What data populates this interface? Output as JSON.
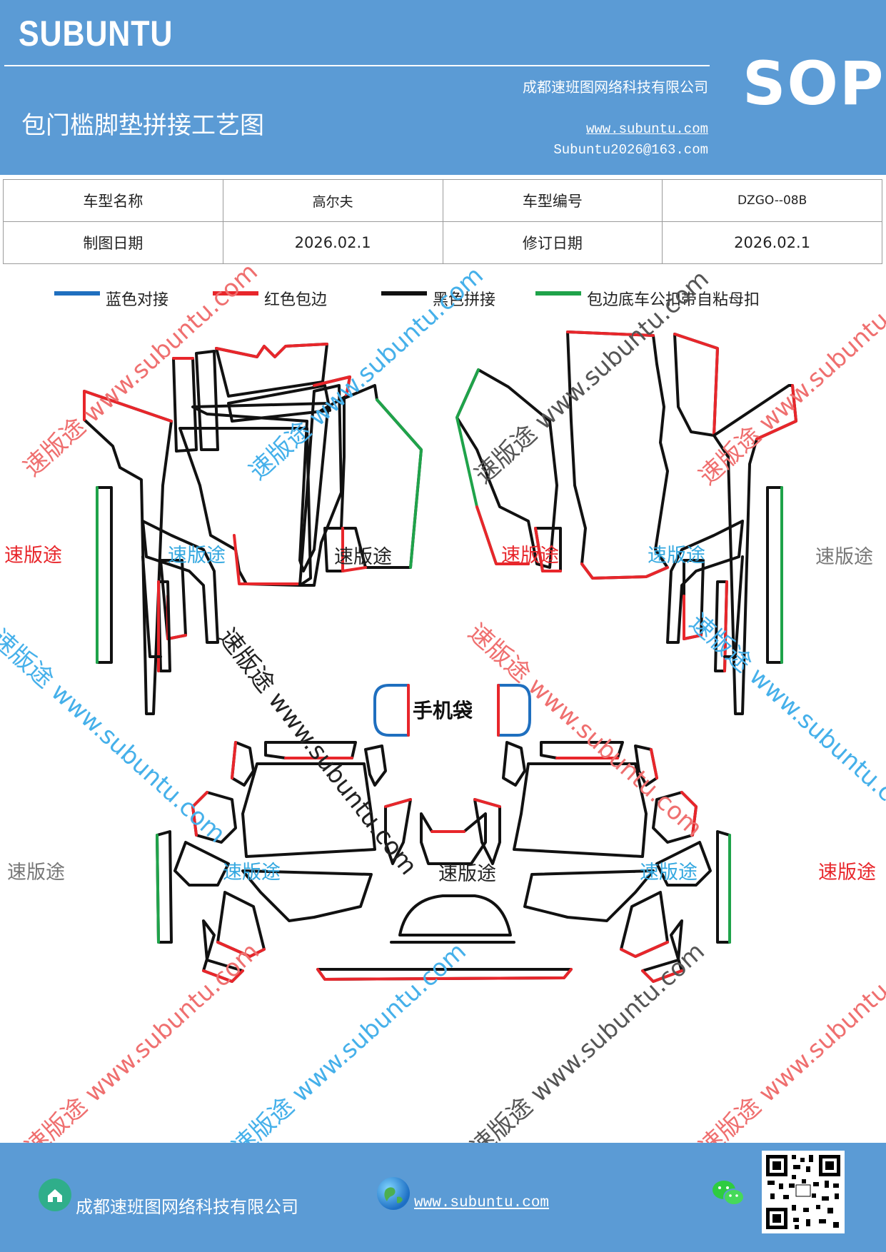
{
  "header": {
    "brand": "SUBUNTU",
    "doc_type": "SOP",
    "company": "成都速班图网络科技有限公司",
    "title": "包门槛脚垫拼接工艺图",
    "website": "www.subuntu.com",
    "email": "Subuntu2026@163.com"
  },
  "info_table": {
    "model_name_label": "车型名称",
    "model_name_value": "高尔夫",
    "model_code_label": "车型编号",
    "model_code_value": "DZGO--08B",
    "draw_date_label": "制图日期",
    "draw_date_value": "2026.02.1",
    "revise_date_label": "修订日期",
    "revise_date_value": "2026.02.1"
  },
  "legend": [
    {
      "label": "蓝色对接",
      "color": "#1f6fbf"
    },
    {
      "label": "红色包边",
      "color": "#e8262b"
    },
    {
      "label": "黑色拼接",
      "color": "#111111"
    },
    {
      "label": "包边底车公扣带自粘母扣",
      "color": "#1fa34a"
    }
  ],
  "diagram": {
    "phone_pocket_label": "手机袋",
    "watermark_brand": "速版途",
    "watermark_url": "www.subuntu.com"
  },
  "footer": {
    "company": "成都速班图网络科技有限公司",
    "website": "www.subuntu.com",
    "icons": [
      "home-icon",
      "globe-icon",
      "wechat-icon",
      "qr-code"
    ]
  }
}
